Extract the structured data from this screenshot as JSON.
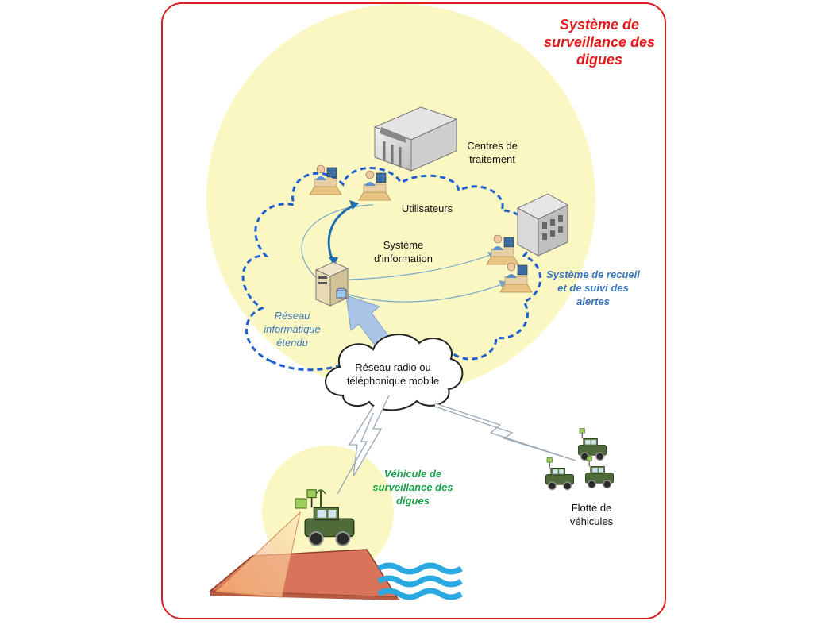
{
  "title": "Système de\nsurveillance des\ndigues",
  "labels": {
    "centres": "Centres de\ntraitement",
    "utilisateurs": "Utilisateurs",
    "systeme_info": "Système\nd'information",
    "systeme_recueil": "Système de recueil\net de suivi des\nalertes",
    "reseau_info": "Réseau\ninformatique\nétendu",
    "reseau_radio": "Réseau radio ou\ntéléphonique mobile",
    "vehicule": "Véhicule de\nsurveillance des\ndigues",
    "flotte": "Flotte de\nvéhicules"
  },
  "colors": {
    "frame": "#d91f1f",
    "title": "#e01b1b",
    "circle_fill": "#fbf7c3",
    "network_dash": "#1f5fcf",
    "blue_label": "#3a78bd",
    "green_label": "#17a04a",
    "arrow_fill": "#a9c4e6",
    "water": "#2aa8e0",
    "dike": "#d9745a"
  },
  "icons": [
    "bank-building-icon",
    "office-building-icon",
    "server-icon",
    "user-workstation-icon",
    "military-vehicle-icon",
    "antenna-icon",
    "camera-icon",
    "cloud-icon",
    "lightning-link-icon",
    "water-waves-icon",
    "dike-icon"
  ]
}
